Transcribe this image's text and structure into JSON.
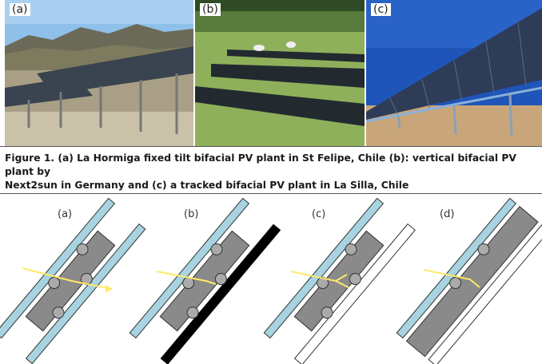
{
  "photos": [
    {
      "label": "(a)"
    },
    {
      "label": "(b)"
    },
    {
      "label": "(c)"
    }
  ],
  "caption": {
    "line1": "Figure 1. (a) La Hormiga fixed tilt bifacial PV plant in St Felipe, Chile (b): vertical bifacial PV plant by",
    "line2": "Next2sun in Germany and (c) a tracked bifacial PV plant in La Silla, Chile"
  },
  "diagrams": [
    {
      "label": "(a)",
      "backsheet": "none"
    },
    {
      "label": "(b)",
      "backsheet": "black"
    },
    {
      "label": "(c)",
      "backsheet": "white"
    },
    {
      "label": "(d)",
      "backsheet": "white-gap"
    }
  ],
  "colors": {
    "glass": "#a8d3e0",
    "cell": "#8a8a8a",
    "ray": "#ffe96a",
    "black_backsheet": "#000000"
  }
}
